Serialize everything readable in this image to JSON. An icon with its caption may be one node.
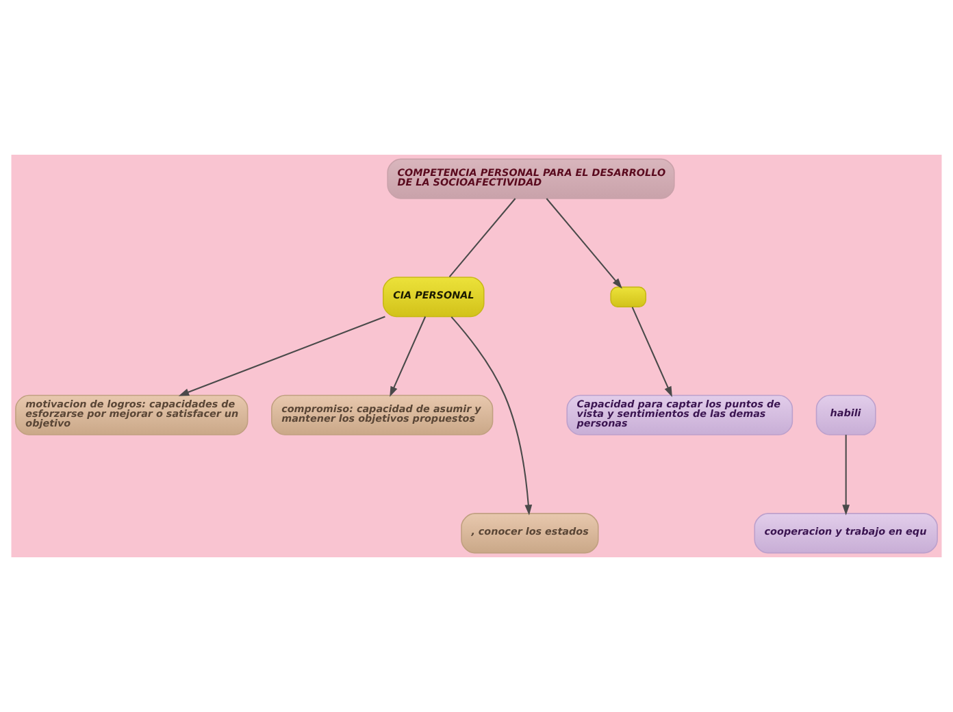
{
  "diagram": {
    "nodes": [
      {
        "text": [
          "COMPETENCIA PERSONAL PARA EL DESARROLLO DE LA SOCIOAFECTIVIDAD"
        ]
      },
      {
        "text": [
          "CIA PERSONAL"
        ]
      },
      {
        "text": [
          "motivacion de logros: capacidades de esforzarse por mejorar o satisfacer un objetivo"
        ]
      },
      {
        "text": [
          "compromiso: capacidad de asumir y mantener los objetivos propuestos"
        ]
      },
      {
        "text": [
          ", conocer los estados"
        ]
      },
      {
        "text": [],
        "shape": "box"
      },
      {
        "text": [
          "Capacidad para captar los puntos de vista y sentimientos de las demas personas"
        ]
      },
      {
        "text": [
          "habili"
        ]
      },
      {
        "text": [
          "cooperacion y trabajo en equ"
        ]
      }
    ],
    "edges": [
      {
        "from": 0,
        "to": 1,
        "arrow": "none"
      },
      {
        "from": 1,
        "to": 2,
        "arrow": "to"
      },
      {
        "from": 1,
        "to": 3,
        "arrow": "to"
      },
      {
        "from": 1,
        "to": 4,
        "arrow": "to"
      },
      {
        "from": 0,
        "to": 5,
        "arrow": "to"
      },
      {
        "from": 5,
        "to": 6,
        "arrow": "to"
      },
      {
        "from": 7,
        "to": 8,
        "arrow": "to"
      }
    ]
  }
}
